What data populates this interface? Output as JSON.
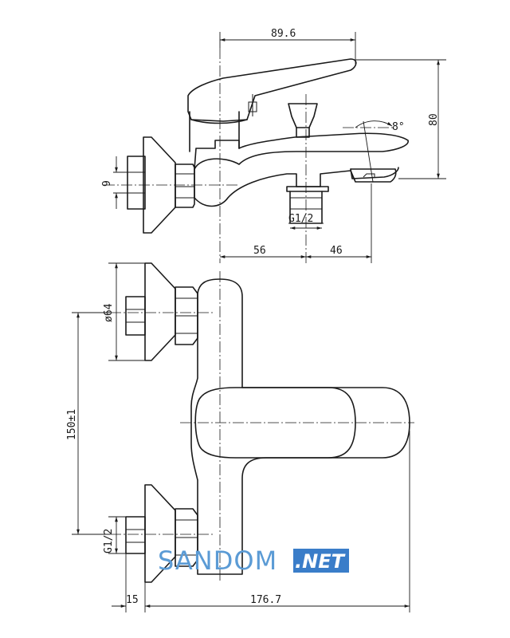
{
  "dimensions": {
    "width_top": "89.6",
    "height_right": "80",
    "angle": "8°",
    "thread_top": "G1/2",
    "offset_left": "56",
    "offset_right": "46",
    "small_left": "9",
    "diameter": "ø64",
    "center_distance": "150±1",
    "thread_bottom": "G1/2",
    "depth": "15",
    "total_length": "176.7"
  },
  "watermark": {
    "brand": "SANDOM",
    "tld": ".NET",
    "brand_color": "#5b9bd5",
    "badge_color": "#3a7dc9"
  },
  "colors": {
    "line": "#1a1a1a",
    "background": "#ffffff"
  }
}
